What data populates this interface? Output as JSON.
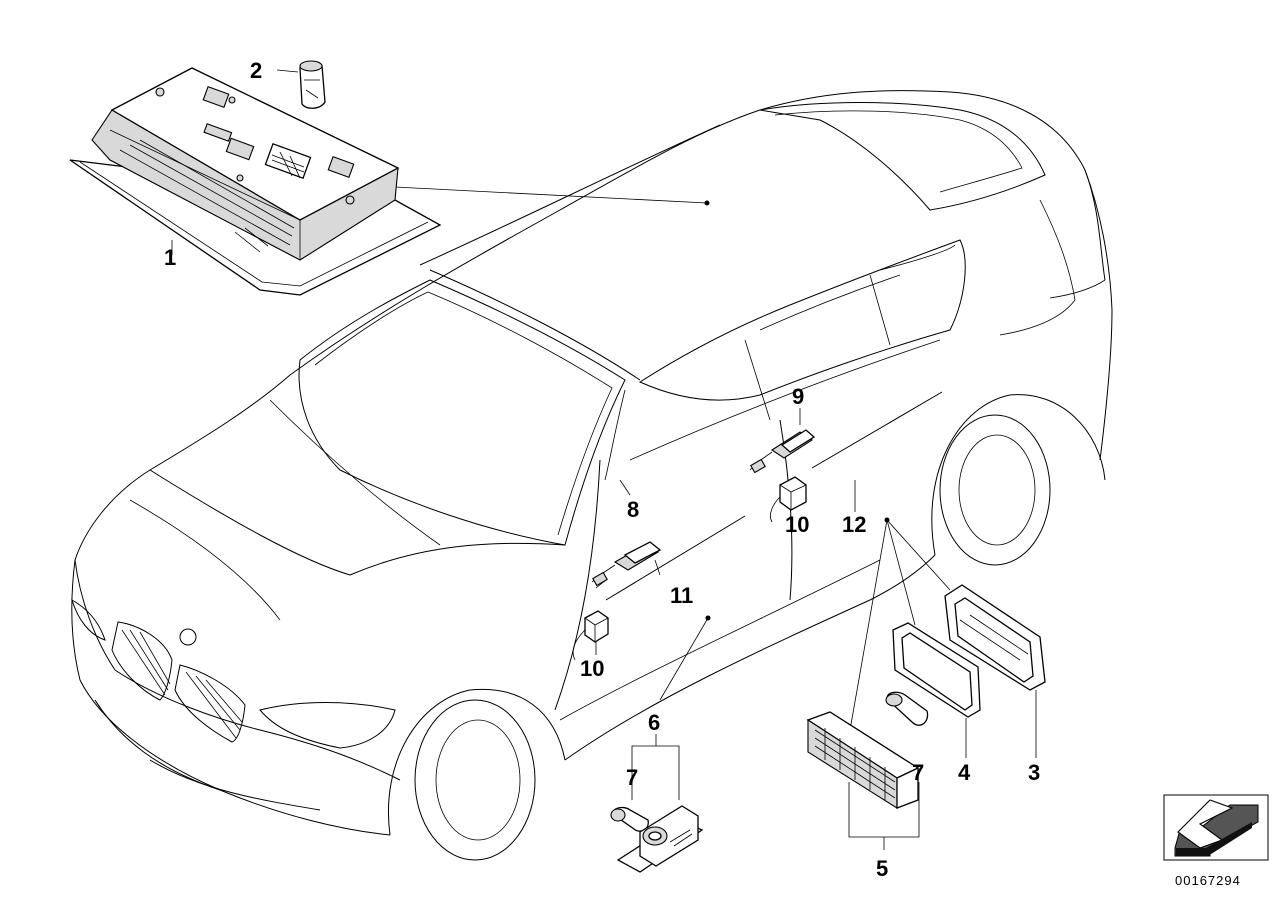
{
  "callouts": {
    "c1": "1",
    "c2": "2",
    "c3": "3",
    "c4": "4",
    "c5": "5",
    "c6": "6",
    "c7a": "7",
    "c7b": "7",
    "c8": "8",
    "c9": "9",
    "c10a": "10",
    "c10b": "10",
    "c11": "11",
    "c12": "12"
  },
  "diagram_id": "00167294",
  "icons": {
    "orientation": "direction-arrow-icon"
  }
}
